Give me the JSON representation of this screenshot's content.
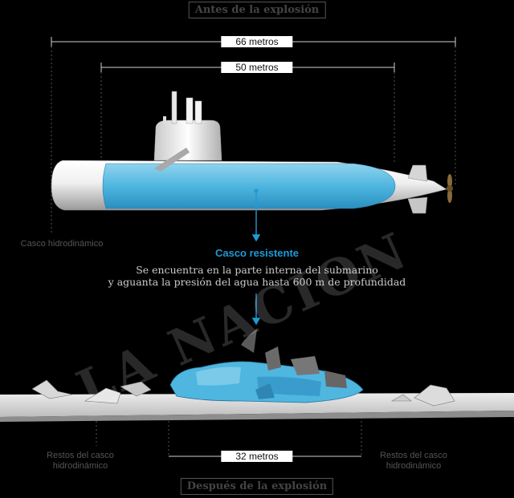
{
  "header_top": "Antes de la explosión",
  "header_bottom": "Después de la explosión",
  "dimensions": {
    "total_length": "66 metros",
    "pressure_hull_length": "50 metros",
    "debris_length": "32 metros"
  },
  "labels": {
    "hydrodynamic_hull": "Casco hidrodinámico",
    "debris_left": "Restos del casco hidrodinámico",
    "debris_right": "Restos del casco hidrodinámico"
  },
  "pressure_hull": {
    "title": "Casco resistente",
    "description_line1": "Se encuentra en la parte interna del submarino",
    "description_line2": "y aguanta la presión del agua hasta 600 m de profundidad"
  },
  "watermark": "LA NACION",
  "colors": {
    "accent_blue": "#1e9bd7",
    "hull_white": "#f2f2f2",
    "background": "#000000"
  }
}
